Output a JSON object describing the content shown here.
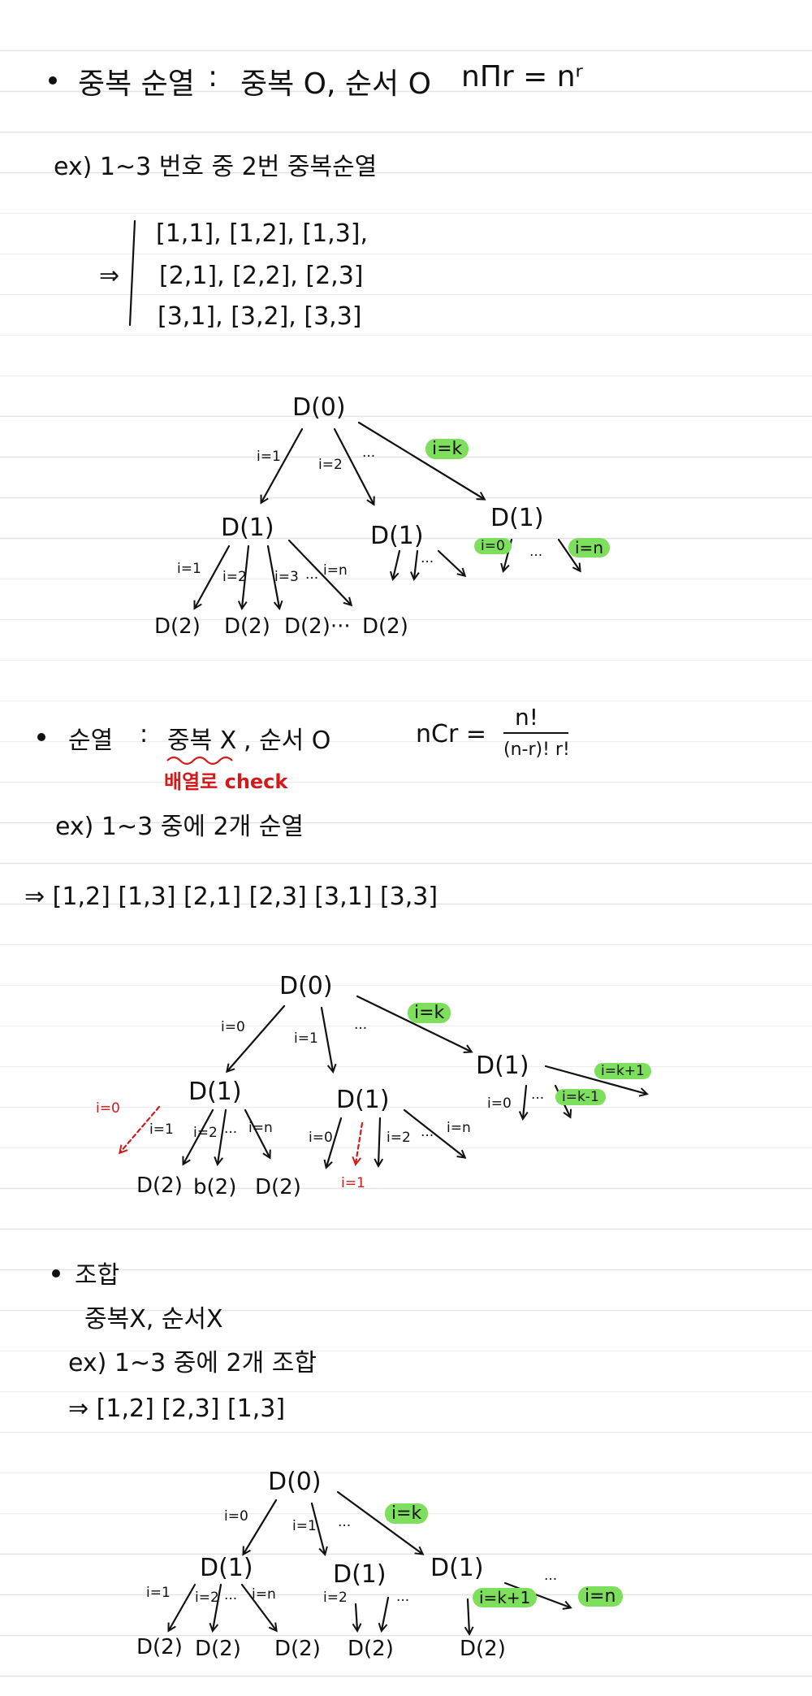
{
  "sec1": {
    "title": "중복 순열",
    "colon": ":",
    "desc": "중복 O, 순서 O",
    "formula": "nΠr = nʳ",
    "example": "ex) 1~3 번호 중  2번 중복순열",
    "arrow": "⇒",
    "rows": [
      "[1,1], [1,2], [1,3],",
      "[2,1], [2,2], [2,3]",
      "[3,1], [3,2], [3,3]"
    ],
    "tree": {
      "root": "D(0)",
      "edge_labels": [
        "i=1",
        "i=2",
        "···",
        "i=k"
      ],
      "level1": [
        "D(1)",
        "D(1)",
        "D(1)"
      ],
      "sub_labels": [
        "i=1",
        "i=2",
        "i=3",
        "···",
        "i=n",
        "···",
        "i=0",
        "···",
        "i=n"
      ],
      "leaves": [
        "D(2)",
        "D(2)",
        "D(2)···",
        "D(2)"
      ]
    }
  },
  "sec2": {
    "title": "순열",
    "colon": ":",
    "dup": "중복 X",
    "desc_rest": ", 순서 O",
    "formula_left": "nCr =",
    "num": "n!",
    "den": "(n-r)! r!",
    "note": "배열로  check",
    "example": "ex) 1~3 중에  2개  순열",
    "result": "⇒ [1,2] [1,3] [2,1] [2,3] [3,1] [3,3]",
    "tree": {
      "root": "D(0)",
      "edge_labels": [
        "i=0",
        "i=1",
        "···",
        "i=k"
      ],
      "level1": [
        "D(1)",
        "D(1)",
        "D(1)"
      ],
      "red_labels": [
        "i=0",
        "i=1"
      ],
      "sub_labels": [
        "i=1",
        "i=2",
        "···",
        "i=n",
        "i=0",
        "i=2",
        "···",
        "i=n",
        "i=0",
        "···",
        "i=k-1",
        "i=k+1"
      ],
      "leaves": [
        "D(2)",
        "b(2)",
        "D(2)"
      ]
    }
  },
  "sec3": {
    "title": "조합",
    "desc": "중복X, 순서X",
    "example": "ex) 1~3 중에  2개  조합",
    "result": "⇒  [1,2]  [2,3]  [1,3]",
    "tree": {
      "root": "D(0)",
      "edge_labels": [
        "i=0",
        "i=1",
        "···",
        "i=k"
      ],
      "level1": [
        "D(1)",
        "D(1)",
        "D(1)"
      ],
      "sub_labels": [
        "i=1",
        "i=2",
        "···",
        "i=n",
        "i=2",
        "···",
        "i=k+1",
        "···",
        "i=n"
      ],
      "leaves": [
        "D(2)",
        "D(2)",
        "D(2)",
        "D(2)",
        "D(2)"
      ]
    }
  },
  "colors": {
    "ink": "#111111",
    "red": "#d21a1a",
    "highlight": "#7ddf5c",
    "rule": "#e3e3e3"
  }
}
